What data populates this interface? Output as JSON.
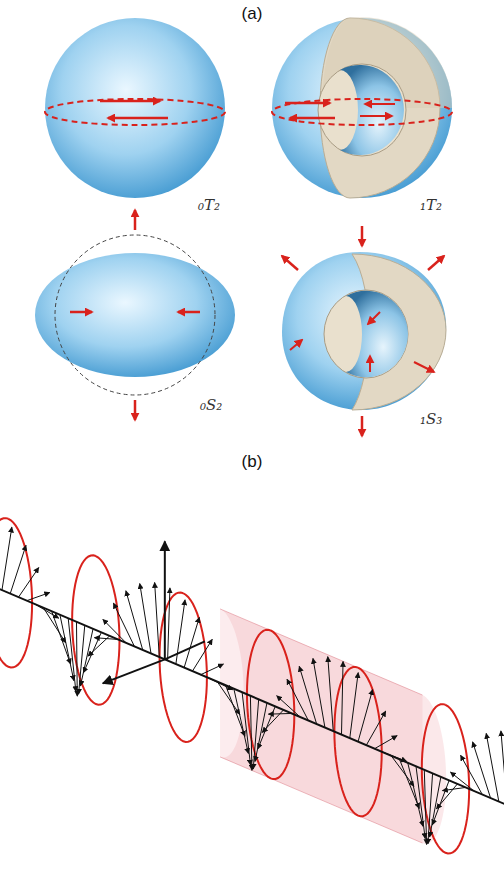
{
  "diagram": {
    "labels": [
      "(a)",
      "₀T₂",
      "₁T₂",
      "₀S₂",
      "₁S₃",
      "(b)"
    ]
  }
}
